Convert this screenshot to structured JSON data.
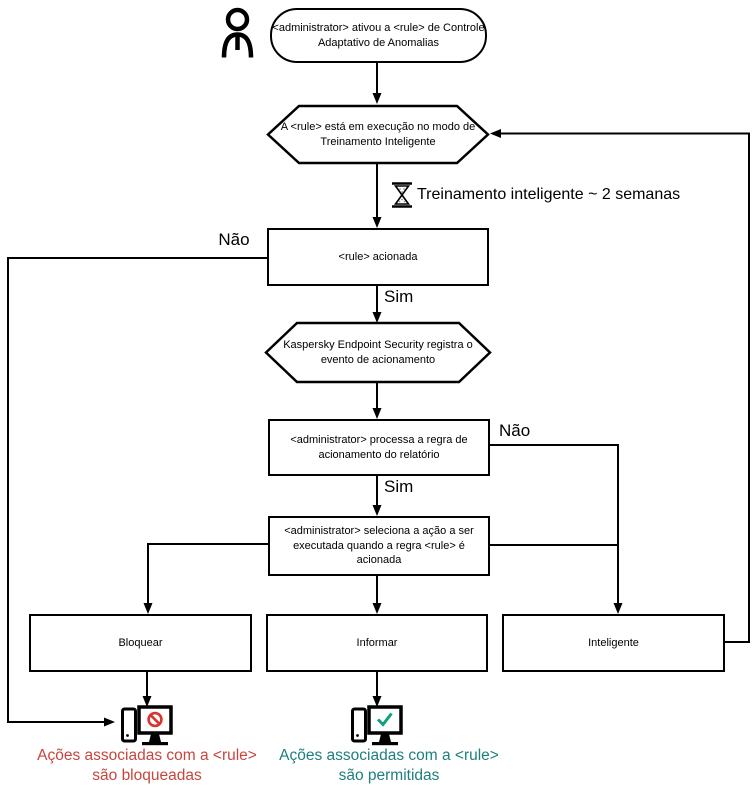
{
  "diagram": {
    "nodes": {
      "start_lines": [
        "<administrator> ativou a <rule> de Controle",
        "Adaptativo de Anomalias"
      ],
      "training_mode_lines": [
        "A <rule> está em execução no modo de",
        "Treinamento Inteligente"
      ],
      "rule_triggered": "<rule> acionada",
      "registers_event_lines": [
        "Kaspersky Endpoint Security registra o",
        "evento de acionamento"
      ],
      "processes_rule_lines": [
        "<administrator> processa a regra de",
        "acionamento do relatório"
      ],
      "selects_action_lines": [
        "<administrator> seleciona a ação a ser",
        "executada quando a regra <rule> é",
        "acionada"
      ],
      "action_block": "Bloquear",
      "action_inform": "Informar",
      "action_smart": "Inteligente"
    },
    "labels": {
      "training_duration": "Treinamento inteligente ~ 2 semanas",
      "no_rule_triggered": "Não",
      "yes_rule_triggered": "Sim",
      "no_processes": "Não",
      "yes_processes": "Sim"
    },
    "results": {
      "blocked_lines": [
        "Ações associadas com a <rule>",
        "são bloqueadas"
      ],
      "allowed_lines": [
        "Ações associadas com a <rule>",
        "são permitidas"
      ]
    },
    "icons": {
      "actor": "person-icon",
      "timer": "hourglass-icon",
      "blocked_computer": "computer-blocked-icon",
      "allowed_computer": "computer-allowed-icon"
    },
    "colors": {
      "blocked_text": "#C6463E",
      "allowed_text": "#1E7F7D",
      "prohibit_red": "#D8352F",
      "check_green": "#11A07E",
      "outline_black": "#000000"
    }
  }
}
